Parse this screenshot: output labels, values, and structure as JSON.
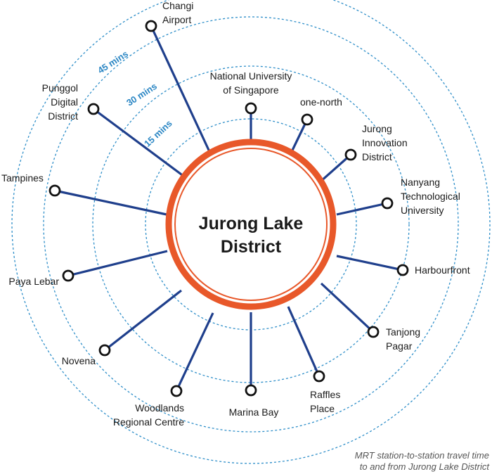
{
  "center": {
    "line1": "Jurong Lake",
    "line2": "District"
  },
  "ring_labels": [
    "15 mins",
    "30 mins",
    "45 mins"
  ],
  "stations": [
    {
      "id": "changi-airport",
      "lines": [
        "Changi",
        "Airport"
      ]
    },
    {
      "id": "nus",
      "lines": [
        "National University",
        "of Singapore"
      ]
    },
    {
      "id": "one-north",
      "lines": [
        "one-north"
      ]
    },
    {
      "id": "jurong-innovation-district",
      "lines": [
        "Jurong",
        "Innovation",
        "District"
      ]
    },
    {
      "id": "ntu",
      "lines": [
        "Nanyang",
        "Technological",
        "University"
      ]
    },
    {
      "id": "harbourfront",
      "lines": [
        "Harbourfront"
      ]
    },
    {
      "id": "tanjong-pagar",
      "lines": [
        "Tanjong",
        "Pagar"
      ]
    },
    {
      "id": "raffles-place",
      "lines": [
        "Raffles",
        "Place"
      ]
    },
    {
      "id": "marina-bay",
      "lines": [
        "Marina Bay"
      ]
    },
    {
      "id": "woodlands-regional-centre",
      "lines": [
        "Woodlands",
        "Regional Centre"
      ]
    },
    {
      "id": "novena",
      "lines": [
        "Novena"
      ]
    },
    {
      "id": "paya-lebar",
      "lines": [
        "Paya Lebar"
      ]
    },
    {
      "id": "tampines",
      "lines": [
        "Tampines"
      ]
    },
    {
      "id": "punggol-digital-district",
      "lines": [
        "Punggol",
        "Digital",
        "District"
      ]
    }
  ],
  "caption": {
    "line1": "MRT station-to-station travel time",
    "line2": "to and from Jurong Lake District"
  },
  "colors": {
    "ring": "#2f8fc9",
    "hub": "#e8582a",
    "line": "#1f3f8c",
    "node": "#111111"
  }
}
